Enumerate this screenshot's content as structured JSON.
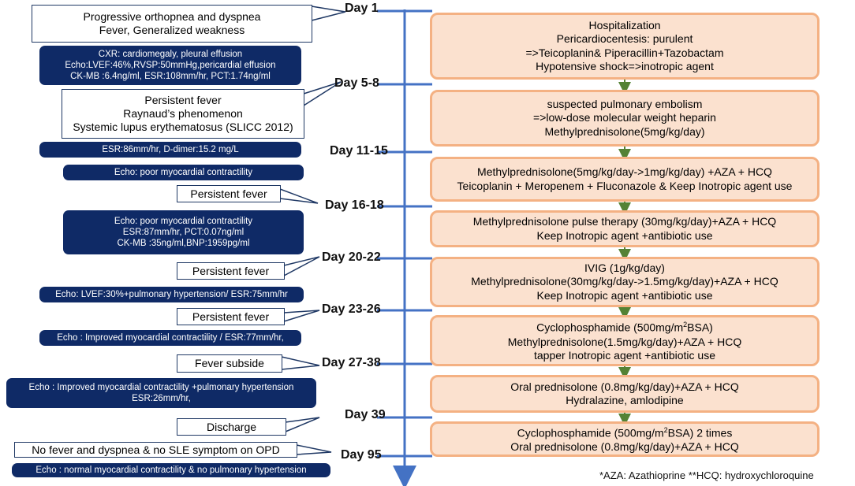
{
  "days": [
    "Day 1",
    "Day 5-8",
    "Day 11-15",
    "Day 16-18",
    "Day 20-22",
    "Day 23-26",
    "Day 27-38",
    "Day 39",
    "Day 95"
  ],
  "symptoms": [
    [
      "Progressive orthopnea and dyspnea",
      "Fever, Generalized weakness"
    ],
    [
      "Persistent fever",
      "Raynaud’s phenomenon",
      "Systemic lupus erythematosus (SLICC 2012)"
    ],
    [
      "Persistent fever"
    ],
    [
      "Persistent fever"
    ],
    [
      "Persistent fever"
    ],
    [
      "Fever subside"
    ],
    [
      "Discharge"
    ],
    [
      "No fever and dyspnea & no SLE symptom on OPD"
    ]
  ],
  "findings": [
    [
      "CXR: cardiomegaly, pleural effusion",
      "Echo:LVEF:46%,RVSP:50mmHg,pericardial effusion",
      "CK-MB :6.4ng/ml, ESR:108mm/hr, PCT:1.74ng/ml"
    ],
    [
      "ESR:86mm/hr, D-dimer:15.2 mg/L"
    ],
    [
      "Echo: poor myocardial contractility"
    ],
    [
      "Echo: poor myocardial contractility",
      "ESR:87mm/hr,  PCT:0.07ng/ml",
      "CK-MB :35ng/ml,BNP:1959pg/ml"
    ],
    [
      "Echo: LVEF:30%+pulmonary hypertension/ ESR:75mm/hr"
    ],
    [
      "Echo : Improved myocardial contractility / ESR:77mm/hr,"
    ],
    [
      "Echo : Improved myocardial contractility +pulmonary hypertension",
      "ESR:26mm/hr,"
    ],
    [
      "Echo : normal myocardial contractility & no pulmonary hypertension"
    ]
  ],
  "treatments": [
    [
      "Hospitalization",
      "Pericardiocentesis: purulent",
      "=>Teicoplanin&  Piperacillin+Tazobactam",
      "Hypotensive shock=>inotropic agent"
    ],
    [
      "suspected pulmonary embolism",
      "=>low-dose molecular weight heparin",
      "Methylprednisolone(5mg/kg/day)"
    ],
    [
      "Methylprednisolone(5mg/kg/day->1mg/kg/day) +AZA + HCQ",
      "Teicoplanin + Meropenem + Fluconazole & Keep Inotropic agent use"
    ],
    [
      "Methylprednisolone pulse therapy (30mg/kg/day)+AZA + HCQ",
      "Keep Inotropic agent +antibiotic use"
    ],
    [
      "IVIG (1g/kg/day)",
      "Methylprednisolone(30mg/kg/day->1.5mg/kg/day)+AZA + HCQ",
      "Keep Inotropic agent +antibiotic use"
    ],
    [
      "Cyclophosphamide (500mg/m²BSA)",
      "Methylprednisolone(1.5mg/kg/day)+AZA + HCQ",
      "tapper Inotropic agent +antibiotic use"
    ],
    [
      "Oral prednisolone (0.8mg/kg/day)+AZA + HCQ",
      "Hydralazine, amlodipine"
    ],
    [
      "Cyclophosphamide (500mg/m²BSA) 2 times",
      "Oral prednisolone (0.8mg/kg/day)+AZA + HCQ"
    ]
  ],
  "footnote": "*AZA: Azathioprine **HCQ: hydroxychloroquine",
  "colors": {
    "axis": "#4472c4",
    "navy": "#0f2a66",
    "peach_fill": "#fbe1cf",
    "peach_border": "#f4b183",
    "green_arrow": "#548235"
  }
}
